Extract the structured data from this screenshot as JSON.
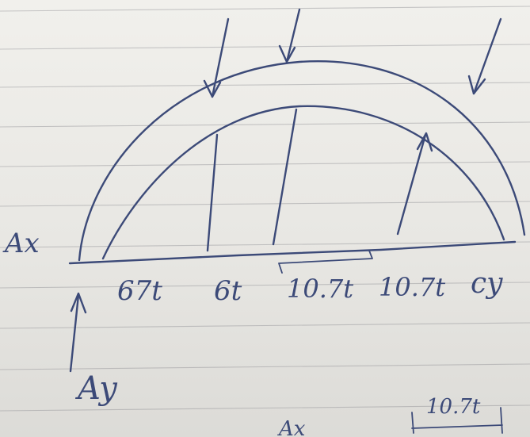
{
  "diagram": {
    "labels": {
      "ax": "Ax",
      "ay": "Ay",
      "cy": "cy",
      "seg1": "67t",
      "seg2": "6t",
      "seg3": "10.7t",
      "seg4": "10.7t",
      "bottom_partial_label": "Ax",
      "bottom_partial_value": "10.7t"
    },
    "ink_color": "#3c4a78",
    "paper_color": "#e9e8e4"
  }
}
